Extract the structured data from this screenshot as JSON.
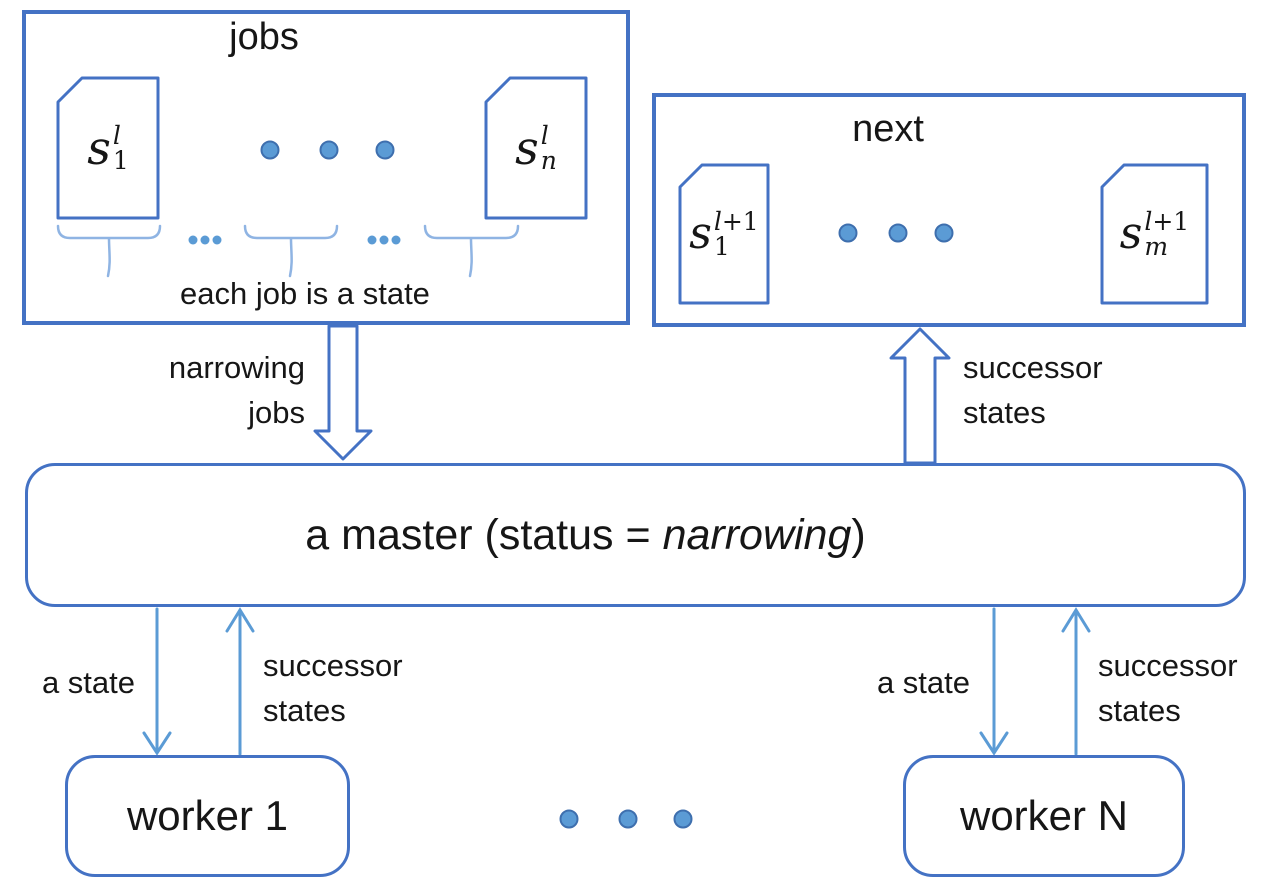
{
  "colors": {
    "box_border": "#4472C4",
    "thin_arrow": "#5B9BD5",
    "brace": "#8FB4E3",
    "dot_fill": "#5B9BD5",
    "dot_stroke": "#3E6FAE",
    "text": "#161616"
  },
  "jobs": {
    "title": "jobs",
    "caption": "each job is a state",
    "doc_first": {
      "base": "s",
      "sup": "l",
      "sub": "1"
    },
    "doc_last": {
      "base": "s",
      "sup": "l",
      "sub": "n"
    }
  },
  "next": {
    "title": "next",
    "doc_first": {
      "base": "s",
      "sup": "l",
      "sup_rest": "+1",
      "sub": "1"
    },
    "doc_last": {
      "base": "s",
      "sup": "l",
      "sup_rest": "+1",
      "sub": "m"
    }
  },
  "master": {
    "prefix": "a master (status = ",
    "status": "narrowing",
    "suffix": ")"
  },
  "labels": {
    "narrowing_jobs": {
      "line1": "narrowing",
      "line2": "jobs"
    },
    "successor_states": {
      "line1": "successor",
      "line2": "states"
    },
    "a_state": "a state"
  },
  "workers": {
    "first": "worker 1",
    "last": "worker N"
  }
}
